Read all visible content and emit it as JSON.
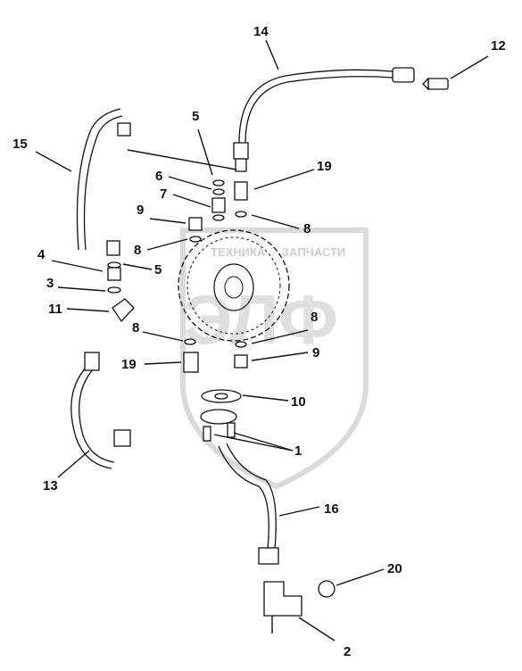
{
  "diagram": {
    "callouts": [
      {
        "id": "c1",
        "text": "1"
      },
      {
        "id": "c2",
        "text": "2"
      },
      {
        "id": "c3",
        "text": "3"
      },
      {
        "id": "c4",
        "text": "4"
      },
      {
        "id": "c5a",
        "text": "5"
      },
      {
        "id": "c5b",
        "text": "5"
      },
      {
        "id": "c6",
        "text": "6"
      },
      {
        "id": "c7",
        "text": "7"
      },
      {
        "id": "c8a",
        "text": "8"
      },
      {
        "id": "c8b",
        "text": "8"
      },
      {
        "id": "c8c",
        "text": "8"
      },
      {
        "id": "c8d",
        "text": "8"
      },
      {
        "id": "c9a",
        "text": "9"
      },
      {
        "id": "c9b",
        "text": "9"
      },
      {
        "id": "c10",
        "text": "10"
      },
      {
        "id": "c11",
        "text": "11"
      },
      {
        "id": "c12",
        "text": "12"
      },
      {
        "id": "c13",
        "text": "13"
      },
      {
        "id": "c14",
        "text": "14"
      },
      {
        "id": "c15",
        "text": "15"
      },
      {
        "id": "c16",
        "text": "16"
      },
      {
        "id": "c19a",
        "text": "19"
      },
      {
        "id": "c19b",
        "text": "19"
      },
      {
        "id": "c20",
        "text": "20"
      }
    ]
  },
  "watermark": {
    "line1": "ТЕХНИКА",
    "line2": "ЗАПЧАСТИ",
    "logo": "ЭЛФ"
  }
}
